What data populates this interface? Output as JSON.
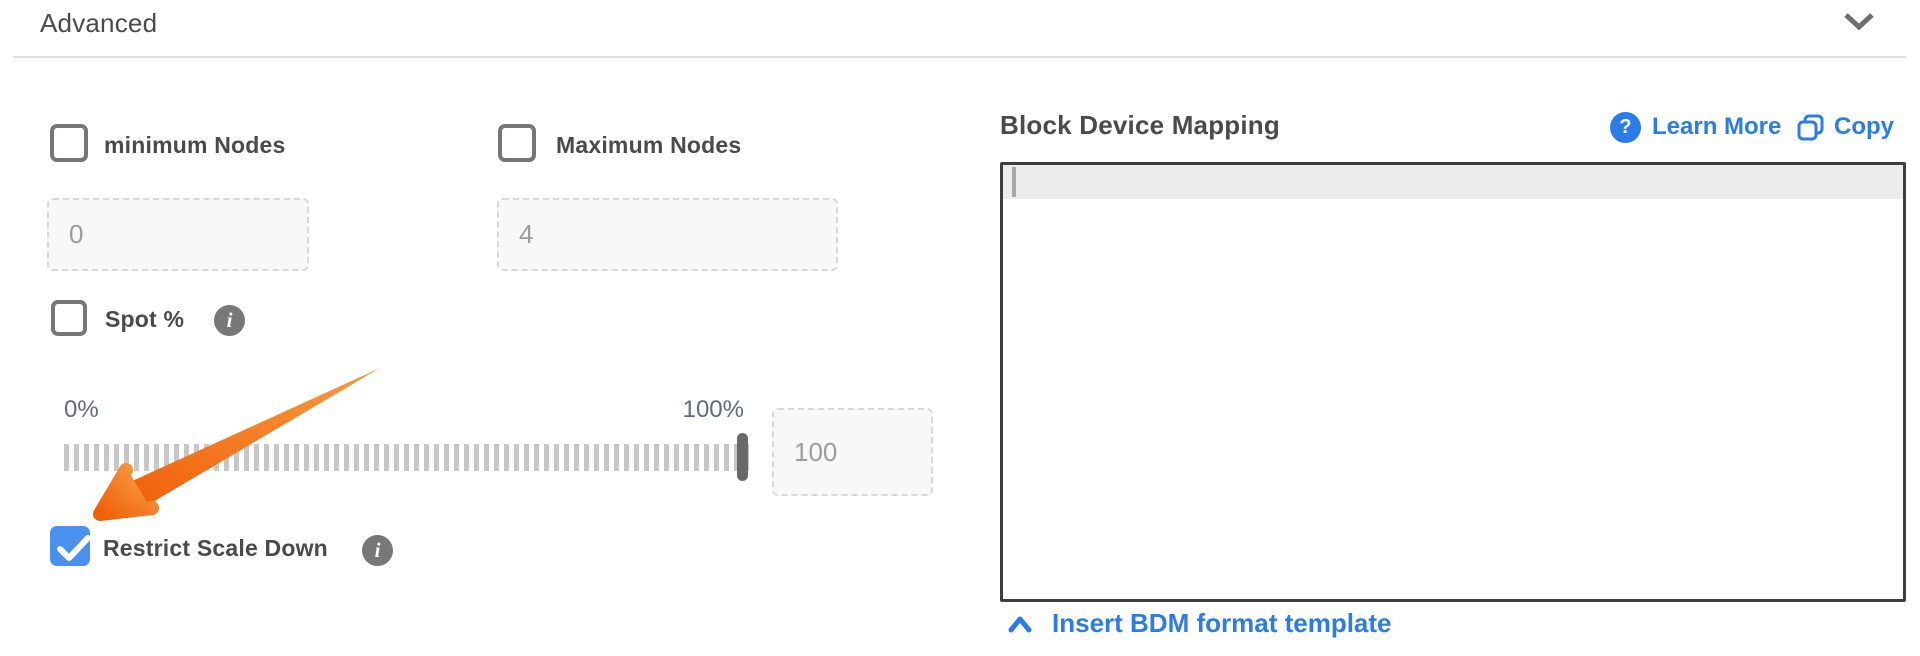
{
  "header": {
    "title": "Advanced",
    "chevron_icon": "chevron-down"
  },
  "form": {
    "min_nodes": {
      "label": "minimum Nodes",
      "checked": false,
      "placeholder": "0",
      "value": ""
    },
    "max_nodes": {
      "label": "Maximum Nodes",
      "checked": false,
      "placeholder": "4",
      "value": ""
    },
    "spot": {
      "label": "Spot %",
      "checked": false,
      "info_icon": "i"
    },
    "slider": {
      "min_label": "0%",
      "max_label": "100%",
      "position_percent": 100,
      "input_placeholder": "100",
      "input_value": ""
    },
    "restrict_scale_down": {
      "label": "Restrict Scale Down",
      "checked": true,
      "info_icon": "i"
    }
  },
  "bdm": {
    "title": "Block Device Mapping",
    "help_icon": "?",
    "learn_more_label": "Learn More",
    "copy_label": "Copy",
    "editor_value": "",
    "insert_template_label": "Insert BDM format template"
  },
  "annotation": {
    "type": "arrow",
    "points_at": "restrict-scale-down-checkbox"
  },
  "colors": {
    "accent_blue": "#2b7ce9",
    "checkbox_blue": "#4a90ee",
    "arrow_orange_head": "#f0600a",
    "arrow_orange_tail": "#f89d42",
    "label_gray": "#4a4a4a",
    "tick_gray": "#c7c7c7"
  }
}
